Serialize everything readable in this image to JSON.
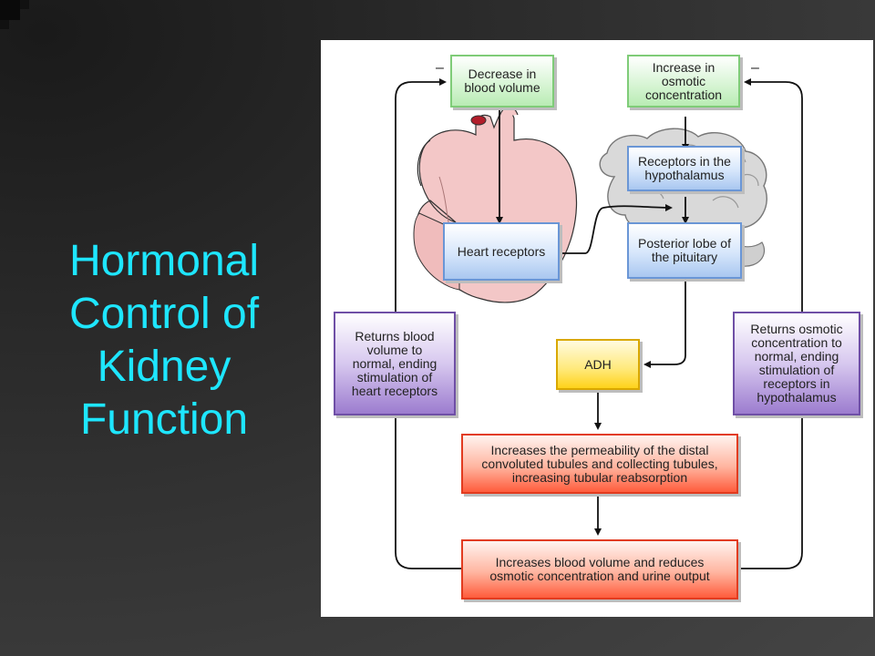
{
  "slide": {
    "title_lines": [
      "Hormonal",
      "Control of",
      "Kidney",
      "Function"
    ],
    "title_color": "#1ee6ff"
  },
  "diagram": {
    "boxes": {
      "decrease_blood_volume": "Decrease in blood volume",
      "increase_osmotic": "Increase in osmotic concentration",
      "receptors_hypothalamus": "Receptors in the hypothalamus",
      "heart_receptors": "Heart receptors",
      "posterior_lobe": "Posterior lobe of the pituitary",
      "returns_blood_volume": "Returns blood volume to normal, ending stimulation of heart receptors",
      "returns_osmotic": "Returns osmotic concentration to normal, ending stimulation of receptors in hypothalamus",
      "adh": "ADH",
      "increases_permeability": "Increases the permeability of the distal convoluted tubules and collecting tubules, increasing tubular reabsorption",
      "increases_blood_volume": "Increases blood volume and reduces osmotic concentration and urine output"
    },
    "feedback_signs": {
      "left": "–",
      "right": "–"
    },
    "colors": {
      "green": "#7fcc78",
      "blue": "#6a96d6",
      "purple": "#6f4fa6",
      "yellow": "#ffd21a",
      "red": "#e23b1f"
    },
    "illustrations": [
      "heart",
      "brain"
    ]
  }
}
